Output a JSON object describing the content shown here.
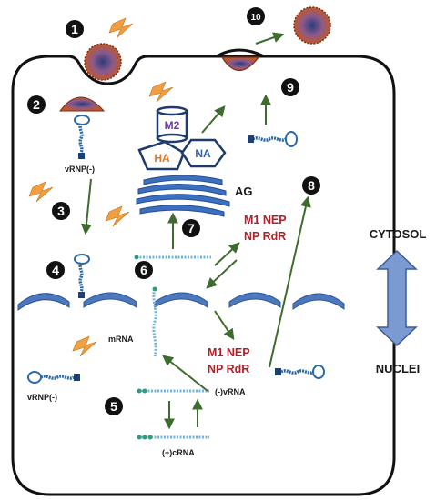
{
  "labels": {
    "vrnp_top": "vRNP(-)",
    "ag": "AG",
    "m1_nep_top": "M1 NEP",
    "np_rdr_top": "NP RdR",
    "m2": "M2",
    "ha": "HA",
    "na": "NA",
    "mrna": "mRNA",
    "m1_nep_bottom": "M1 NEP",
    "np_rdr_bottom": "NP RdR",
    "vrnp_bottom": "vRNP(-)",
    "minus_vrna": "(-)vRNA",
    "plus_crna": "(+)cRNA",
    "cytosol": "CYTOSOL",
    "nuclei": "NUCLEI"
  },
  "steps": [
    "1",
    "2",
    "3",
    "4",
    "5",
    "6",
    "7",
    "8",
    "9",
    "10"
  ],
  "colors": {
    "arrow": "#3e6b2e",
    "ag": "#2f5fa8",
    "hexagon_border": "#1f3b6b",
    "m2": "#6e3d9c",
    "ha": "#e07a2a",
    "na": "#2f5fa8",
    "red_text": "#b3202a",
    "side_arrow": "#7a9ad1",
    "lightning": "#f0a040",
    "rna": "#4a89c8",
    "virus": "#b3542e"
  },
  "icons": [
    "virus-particle-icon",
    "lightning-icon",
    "vrnp-icon",
    "rna-strand-icon",
    "double-arrow-icon"
  ]
}
